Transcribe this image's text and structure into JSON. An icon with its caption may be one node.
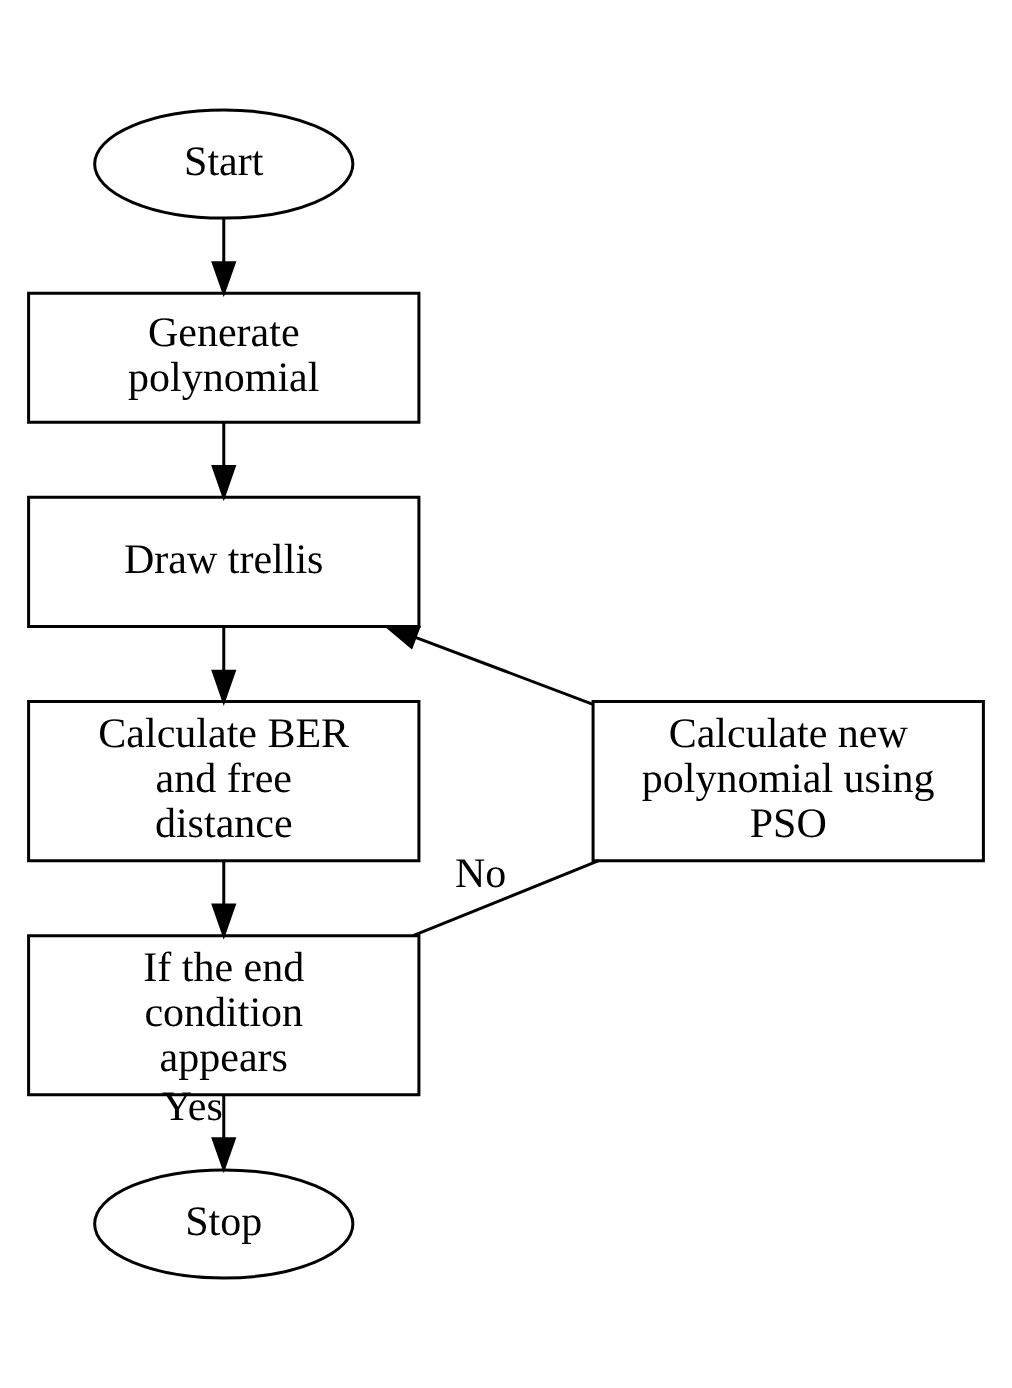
{
  "diagram": {
    "nodes": [
      {
        "text": [
          "Start"
        ]
      },
      {
        "text": [
          "Generate polynomial"
        ]
      },
      {
        "text": [
          "Draw trellis"
        ]
      },
      {
        "text": [
          "Calculate BER and free distance"
        ]
      },
      {
        "text": [
          "If the end condition appears"
        ]
      },
      {
        "text": [
          "Stop"
        ]
      },
      {
        "text": [
          "Calculate new polynomial using PSO"
        ]
      }
    ],
    "edges": [
      {
        "from": 0,
        "to": 1,
        "arrow": "to"
      },
      {
        "from": 1,
        "to": 2,
        "arrow": "to"
      },
      {
        "from": 2,
        "to": 3,
        "arrow": "to"
      },
      {
        "from": 3,
        "to": 4,
        "arrow": "to"
      },
      {
        "from": 4,
        "to": 5,
        "arrow": "to",
        "label": "Yes"
      },
      {
        "from": 4,
        "to": 6,
        "arrow": "none",
        "label": "No"
      },
      {
        "from": 6,
        "to": 2,
        "arrow": "to"
      }
    ]
  }
}
